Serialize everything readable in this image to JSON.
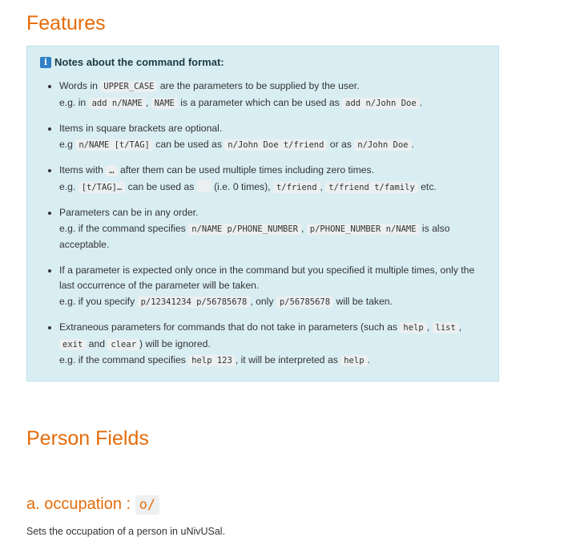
{
  "features_heading": "Features",
  "notes": {
    "icon": "info-icon",
    "title": "Notes about the command format:",
    "items": [
      {
        "t1": "Words in ",
        "c1": "UPPER_CASE",
        "t2": " are the parameters to be supplied by the user.",
        "t3": "e.g. in ",
        "c2": "add n/NAME",
        "t4": ", ",
        "c3": "NAME",
        "t5": " is a parameter which can be used as ",
        "c4": "add n/John Doe",
        "t6": "."
      },
      {
        "t1": "Items in square brackets are optional.",
        "t2": "e.g ",
        "c1": "n/NAME [t/TAG]",
        "t3": " can be used as ",
        "c2": "n/John Doe t/friend",
        "t4": " or as ",
        "c3": "n/John Doe",
        "t5": "."
      },
      {
        "t1": "Items with ",
        "c1": "…",
        "t2": " after them can be used multiple times including zero times.",
        "t3": "e.g. ",
        "c2": "[t/TAG]…",
        "t4": " can be used as ",
        "t5": " (i.e. 0 times), ",
        "c3": "t/friend",
        "t6": ", ",
        "c4": "t/friend t/family",
        "t7": " etc."
      },
      {
        "t1": "Parameters can be in any order.",
        "t2": "e.g. if the command specifies ",
        "c1": "n/NAME p/PHONE_NUMBER",
        "t3": ", ",
        "c2": "p/PHONE_NUMBER n/NAME",
        "t4": " is also acceptable."
      },
      {
        "t1": "If a parameter is expected only once in the command but you specified it multiple times, only the last occurrence of the parameter will be taken.",
        "t2": "e.g. if you specify ",
        "c1": "p/12341234 p/56785678",
        "t3": ", only ",
        "c2": "p/56785678",
        "t4": " will be taken."
      },
      {
        "t1": "Extraneous parameters for commands that do not take in parameters (such as ",
        "c1": "help",
        "t2": ", ",
        "c2": "list",
        "t3": ", ",
        "c3": "exit",
        "t4": " and ",
        "c4": "clear",
        "t5": ") will be ignored.",
        "t6": "e.g. if the command specifies ",
        "c5": "help 123",
        "t7": ", it will be interpreted as ",
        "c6": "help",
        "t8": "."
      }
    ]
  },
  "person_fields_heading": "Person Fields",
  "occupation": {
    "heading": "a. occupation : ",
    "code": "o/",
    "description": "Sets the occupation of a person in uNivUSal."
  }
}
